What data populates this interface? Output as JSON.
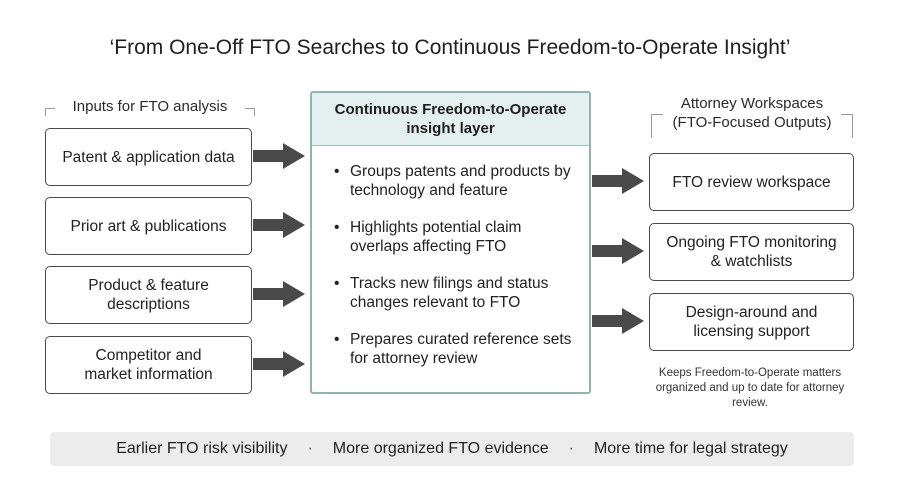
{
  "title": "‘From One-Off FTO Searches to Continuous Freedom-to-Operate Insight’",
  "inputs": {
    "header": "Inputs for FTO analysis",
    "items": [
      "Patent & application data",
      "Prior art & publications",
      "Product & feature\ndescriptions",
      "Competitor and\nmarket information"
    ]
  },
  "center": {
    "header": "Continuous Freedom-to-Operate\ninsight layer",
    "bullets": [
      "Groups patents and products by technology and feature",
      "Highlights potential claim overlaps affecting FTO",
      "Tracks new filings and status changes relevant to FTO",
      "Prepares curated reference sets for attorney review"
    ]
  },
  "outputs": {
    "header_line1": "Attorney Workspaces",
    "header_line2": "(FTO-Focused Outputs)",
    "items": [
      "FTO review workspace",
      "Ongoing FTO monitoring\n& watchlists",
      "Design-around and\nlicensing support"
    ],
    "note": "Keeps Freedom-to-Operate matters organized and up to date for attorney review."
  },
  "footer": {
    "items": [
      "Earlier FTO risk visibility",
      "More organized FTO evidence",
      "More time for legal strategy"
    ],
    "separator": "·"
  },
  "colors": {
    "box_border": "#4a4a4a",
    "center_border": "#8fb4b3",
    "center_header_bg": "#e4f0ef",
    "arrow": "#4a4a4a",
    "footer_bg": "#ececec"
  }
}
